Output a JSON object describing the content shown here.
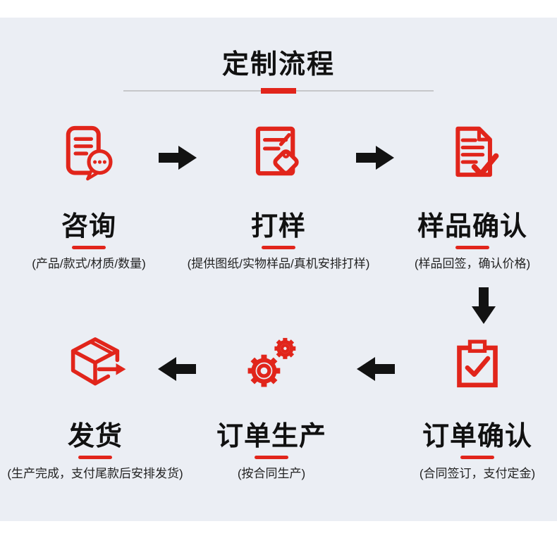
{
  "page": {
    "title": "定制流程"
  },
  "steps": [
    {
      "key": "consult",
      "title": "咨询",
      "subtitle": "(产品/款式/材质/数量)",
      "icon": "document-chat-icon"
    },
    {
      "key": "sampling",
      "title": "打样",
      "subtitle": "(提供图纸/实物样品/真机安排打样)",
      "icon": "document-tag-icon"
    },
    {
      "key": "sample-confirm",
      "title": "样品确认",
      "subtitle": "(样品回签，确认价格)",
      "icon": "document-check-icon"
    },
    {
      "key": "order-confirm",
      "title": "订单确认",
      "subtitle": "(合同签订，支付定金)",
      "icon": "clipboard-check-icon"
    },
    {
      "key": "production",
      "title": "订单生产",
      "subtitle": "(按合同生产)",
      "icon": "gears-icon"
    },
    {
      "key": "shipping",
      "title": "发货",
      "subtitle": "(生产完成，支付尾款后安排发货)",
      "icon": "box-shipping-icon"
    }
  ],
  "colors": {
    "accent_red": "#e1251b",
    "arrow_black": "#121212",
    "panel_bg": "#ebeef4",
    "divider_gray": "#c6c7c9",
    "title_black": "#111111",
    "subtitle_gray": "#222222"
  }
}
